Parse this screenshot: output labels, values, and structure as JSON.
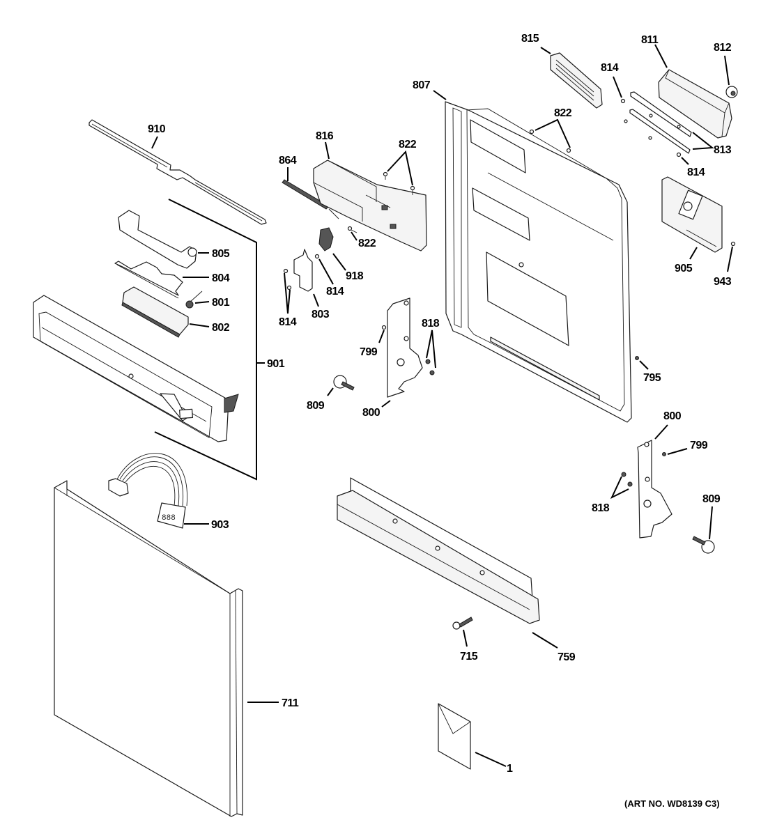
{
  "diagram": {
    "type": "exploded-parts-diagram",
    "subject": "Dishwasher door assembly",
    "art_number": "(ART NO. WD8139 C3)",
    "parts": [
      {
        "id": "910",
        "label": "910"
      },
      {
        "id": "864",
        "label": "864"
      },
      {
        "id": "816",
        "label": "816"
      },
      {
        "id": "822a",
        "label": "822"
      },
      {
        "id": "822b",
        "label": "822"
      },
      {
        "id": "822c",
        "label": "822"
      },
      {
        "id": "805",
        "label": "805"
      },
      {
        "id": "804",
        "label": "804"
      },
      {
        "id": "801",
        "label": "801"
      },
      {
        "id": "802",
        "label": "802"
      },
      {
        "id": "901",
        "label": "901"
      },
      {
        "id": "918",
        "label": "918"
      },
      {
        "id": "814a",
        "label": "814"
      },
      {
        "id": "814b",
        "label": "814"
      },
      {
        "id": "814c",
        "label": "814"
      },
      {
        "id": "814d",
        "label": "814"
      },
      {
        "id": "803",
        "label": "803"
      },
      {
        "id": "799a",
        "label": "799"
      },
      {
        "id": "818a",
        "label": "818"
      },
      {
        "id": "809a",
        "label": "809"
      },
      {
        "id": "800a",
        "label": "800"
      },
      {
        "id": "807",
        "label": "807"
      },
      {
        "id": "815",
        "label": "815"
      },
      {
        "id": "811",
        "label": "811"
      },
      {
        "id": "812",
        "label": "812"
      },
      {
        "id": "813",
        "label": "813"
      },
      {
        "id": "905",
        "label": "905"
      },
      {
        "id": "943",
        "label": "943"
      },
      {
        "id": "795",
        "label": "795"
      },
      {
        "id": "800b",
        "label": "800"
      },
      {
        "id": "799b",
        "label": "799"
      },
      {
        "id": "818b",
        "label": "818"
      },
      {
        "id": "809b",
        "label": "809"
      },
      {
        "id": "903",
        "label": "903"
      },
      {
        "id": "715",
        "label": "715"
      },
      {
        "id": "759",
        "label": "759"
      },
      {
        "id": "711",
        "label": "711"
      },
      {
        "id": "1",
        "label": "1"
      }
    ]
  },
  "labels": {
    "910": "910",
    "864": "864",
    "816": "816",
    "822a": "822",
    "822b": "822",
    "822c": "822",
    "805": "805",
    "804": "804",
    "801": "801",
    "802": "802",
    "901": "901",
    "918": "918",
    "814a": "814",
    "814b": "814",
    "814c": "814",
    "814d": "814",
    "803": "803",
    "799a": "799",
    "818a": "818",
    "809a": "809",
    "800a": "800",
    "807": "807",
    "815": "815",
    "811": "811",
    "812": "812",
    "813": "813",
    "905": "905",
    "943": "943",
    "795": "795",
    "800b": "800",
    "799b": "799",
    "818b": "818",
    "809b": "809",
    "903": "903",
    "715": "715",
    "759": "759",
    "711": "711",
    "1": "1",
    "art": "(ART NO. WD8139 C3)"
  }
}
